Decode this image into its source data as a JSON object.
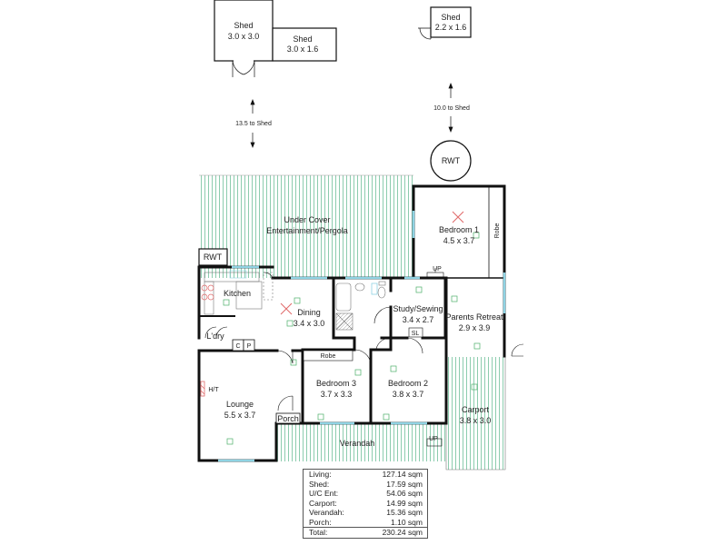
{
  "sheds": [
    {
      "name": "Shed",
      "size": "3.0 x 3.0"
    },
    {
      "name": "Shed",
      "size": "3.0 x 1.6"
    },
    {
      "name": "Shed",
      "size": "2.2 x 1.6"
    }
  ],
  "distances": {
    "left": "13.5 to Shed",
    "right": "10.0 to Shed"
  },
  "rwt_labels": {
    "tank": "RWT",
    "wall": "RWT"
  },
  "rooms": {
    "undercover_line1": "Under Cover",
    "undercover_line2": "Entertainment/Pergola",
    "bedroom1": {
      "name": "Bedroom 1",
      "size": "4.5 x 3.7"
    },
    "robe_vertical": "Robe",
    "kitchen": {
      "name": "Kitchen"
    },
    "dining": {
      "name": "Dining",
      "size": "3.4 x 3.0"
    },
    "study": {
      "name": "Study/Sewing",
      "size": "3.4 x 2.7"
    },
    "parents": {
      "name": "Parents Retreat",
      "size": "2.9 x 3.9"
    },
    "ldry": {
      "name": "L'dry"
    },
    "c": "C",
    "p": "P",
    "robe_bed3": "Robe",
    "bedroom3": {
      "name": "Bedroom 3",
      "size": "3.7 x 3.3"
    },
    "bedroom2": {
      "name": "Bedroom 2",
      "size": "3.8 x 3.7"
    },
    "lounge": {
      "name": "Lounge",
      "size": "5.5 x 3.7"
    },
    "ht": "H/T",
    "porch": "Porch",
    "verandah": "Verandah",
    "carport": {
      "name": "Carport",
      "size": "3.8 x 3.0"
    },
    "up1": "UP",
    "up2": "UP",
    "sl": "SL"
  },
  "areas": [
    {
      "label": "Living:",
      "value": "127.14 sqm"
    },
    {
      "label": "Shed:",
      "value": "17.59 sqm"
    },
    {
      "label": "U/C Ent:",
      "value": "54.06 sqm"
    },
    {
      "label": "Carport:",
      "value": "14.99 sqm"
    },
    {
      "label": "Verandah:",
      "value": "15.36 sqm"
    },
    {
      "label": "Porch:",
      "value": "1.10 sqm"
    }
  ],
  "total": {
    "label": "Total:",
    "value": "230.24 sqm"
  },
  "colors": {
    "wall": "#111111",
    "hatch": "#6fbf9a",
    "window": "#8fd3e3",
    "ceiling_fan": "#e06a6a",
    "detector": "#4caf6a"
  }
}
